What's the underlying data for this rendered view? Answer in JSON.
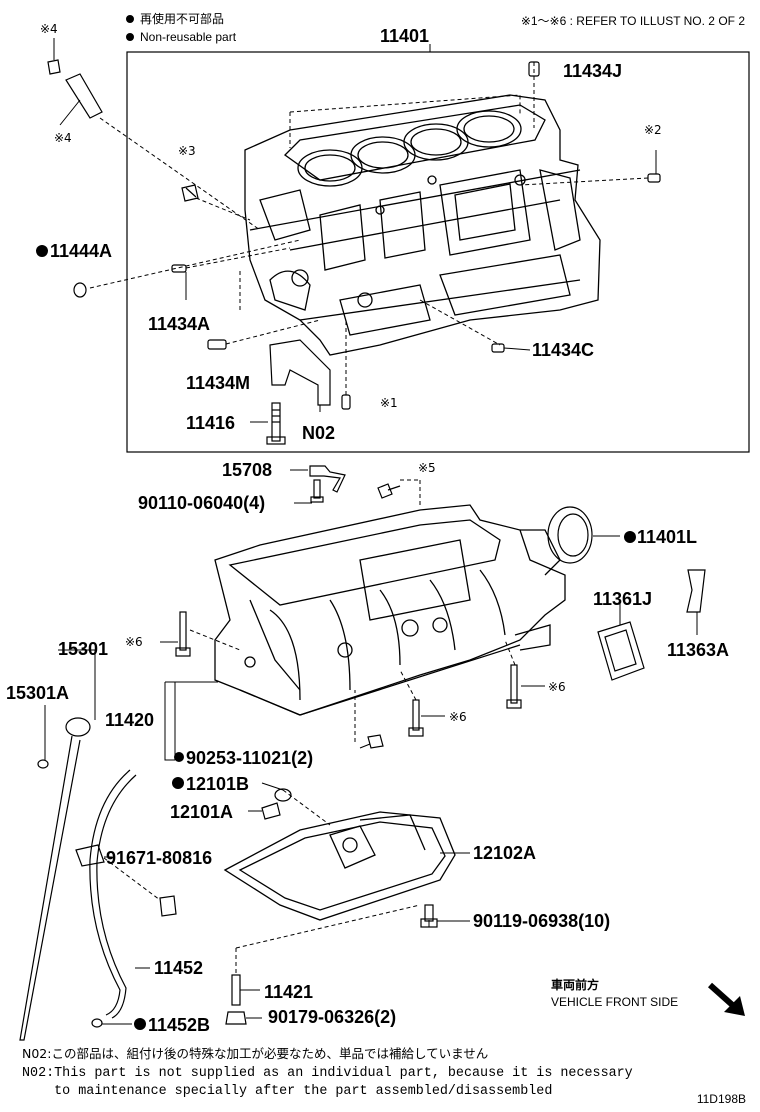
{
  "legend": {
    "jp": "再使用不可部品",
    "en": "Non-reusable part",
    "refer": "※1～※6 : REFER TO ILLUST NO. 2 OF 2"
  },
  "labels": {
    "p11401": "11401",
    "p11434J": "11434J",
    "p11444A": "11444A",
    "p11434A": "11434A",
    "p11434M": "11434M",
    "p11434C": "11434C",
    "p11416": "11416",
    "pN02": "N02",
    "p15708": "15708",
    "p90110": "90110-06040(4)",
    "p11401L": "11401L",
    "p11361J": "11361J",
    "p11363A": "11363A",
    "p15301": "15301",
    "p15301A": "15301A",
    "p11420": "11420",
    "p90253": "90253-11021(2)",
    "p12101B": "12101B",
    "p12101A": "12101A",
    "p91671": "91671-80816",
    "p12102A": "12102A",
    "p90119": "90119-06938(10)",
    "p11452": "11452",
    "p11421": "11421",
    "p90179": "90179-06326(2)",
    "p11452B": "11452B"
  },
  "refmarks": {
    "m4a": "※4",
    "m4b": "※4",
    "m3": "※3",
    "m2": "※2",
    "m1": "※1",
    "m5": "※5",
    "m6a": "※6",
    "m6b": "※6",
    "m6c": "※6"
  },
  "front": {
    "jp": "車両前方",
    "en": "VEHICLE FRONT SIDE"
  },
  "notes": {
    "jp": "N02:この部品は、組付け後の特殊な加工が必要なため、単品では補給していません",
    "en1": "N02:This part is not supplied as an individual part, because it is necessary",
    "en2": "    to maintenance specially after the part assembled/disassembled"
  },
  "illust_id": "11D198B"
}
